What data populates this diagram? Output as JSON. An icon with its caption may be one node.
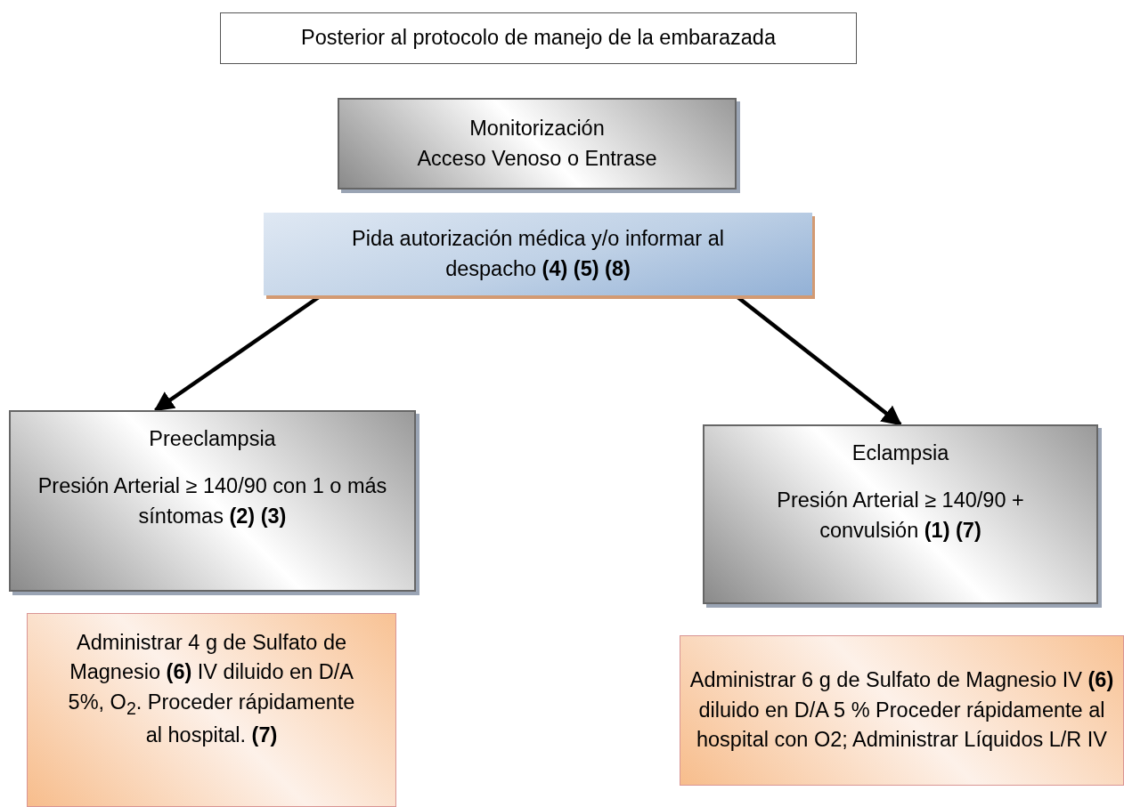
{
  "diagram": {
    "nodes": [
      {
        "text": [
          "Posterior al protocolo de manejo de la embarazada"
        ]
      },
      {
        "text": [
          "Monitorización",
          "Acceso Venoso o Entrase"
        ]
      },
      {
        "text": [
          "Pida autorización médica y/o informar al despacho **(4) (5) (8)**"
        ]
      },
      {
        "text": [
          "Preeclampsia",
          "Presión Arterial ≥ 140/90 con 1 o más síntomas **(2) (3)**"
        ]
      },
      {
        "text": [
          "Eclampsia",
          "Presión Arterial ≥ 140/90 + convulsión **(1) (7)**"
        ]
      },
      {
        "text": [
          "Administrar 4 g de Sulfato de Magnesio **(6)** IV  diluido en D/A 5%, O$_{2}$. Proceder rápidamente al hospital. **(7)**"
        ]
      },
      {
        "text": [
          "Administrar 6 g de Sulfato de Magnesio IV **(6)** diluido en D/A 5 % Proceder rápidamente al hospital con O2; Administrar Líquidos L/R IV"
        ]
      }
    ],
    "edges": [
      {
        "from": 2,
        "to": 3,
        "arrow": "to"
      },
      {
        "from": 2,
        "to": 4,
        "arrow": "to"
      }
    ]
  }
}
